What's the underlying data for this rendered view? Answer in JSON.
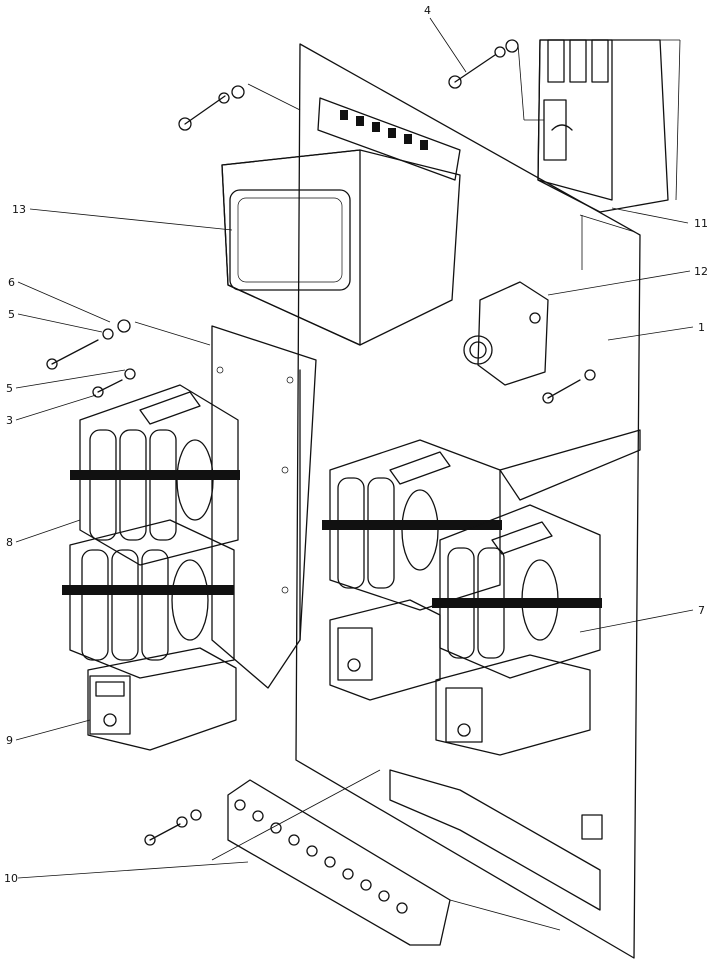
{
  "callouts": [
    {
      "id": "1",
      "label": "1"
    },
    {
      "id": "3",
      "label": "3"
    },
    {
      "id": "4",
      "label": "4"
    },
    {
      "id": "5a",
      "label": "5"
    },
    {
      "id": "5b",
      "label": "5"
    },
    {
      "id": "6",
      "label": "6"
    },
    {
      "id": "7",
      "label": "7"
    },
    {
      "id": "8",
      "label": "8"
    },
    {
      "id": "9",
      "label": "9"
    },
    {
      "id": "10",
      "label": "10"
    },
    {
      "id": "11",
      "label": "11"
    },
    {
      "id": "12",
      "label": "12"
    },
    {
      "id": "13",
      "label": "13"
    }
  ]
}
